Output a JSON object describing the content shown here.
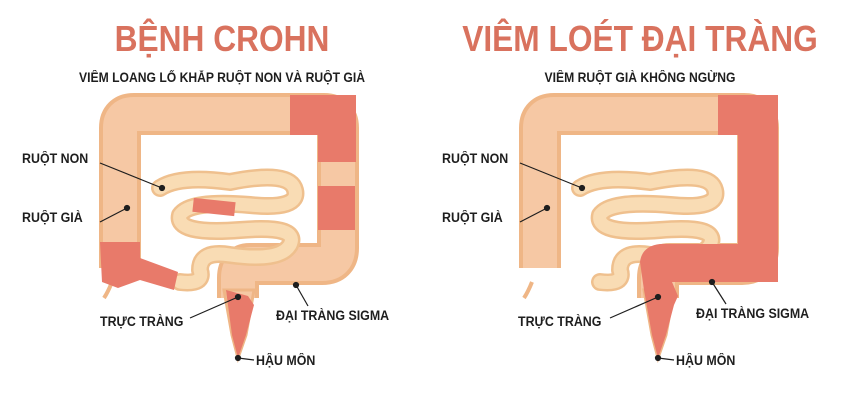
{
  "left": {
    "title": "BỆNH CROHN",
    "subtitle": "VIÊM LOANG LỔ KHẮP RUỘT NON VÀ RUỘT GIÀ",
    "labels": {
      "small_intestine": "RUỘT NON",
      "large_intestine": "RUỘT GIÀ",
      "rectum": "TRỰC TRÀNG",
      "sigmoid": "ĐẠI TRÀNG SIGMA",
      "anus": "HẬU MÔN"
    }
  },
  "right": {
    "title": "VIÊM LOÉT ĐẠI TRÀNG",
    "subtitle": "VIÊM RUỘT GIÀ KHÔNG NGỪNG",
    "labels": {
      "small_intestine": "RUỘT NON",
      "large_intestine": "RUỘT GIÀ",
      "rectum": "TRỰC TRÀNG",
      "sigmoid": "ĐẠI TRÀNG SIGMA",
      "anus": "HẬU MÔN"
    }
  },
  "colors": {
    "title": "#d9725e",
    "healthy": "#f6c8a4",
    "border": "#efb686",
    "inflamed": "#e87a6a",
    "small_intestine": "#f9dcb4"
  }
}
